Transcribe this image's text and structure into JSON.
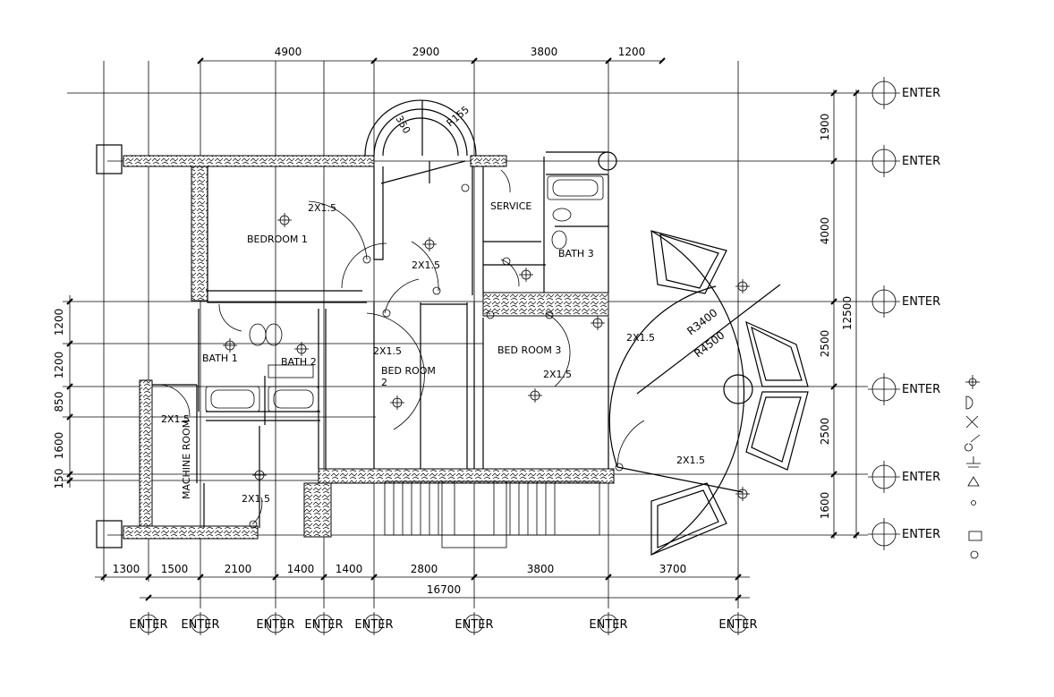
{
  "dimensions": {
    "top": [
      "4900",
      "2900",
      "3800",
      "1200"
    ],
    "bottom": [
      "1300",
      "1500",
      "2100",
      "1400",
      "1400",
      "2800",
      "3800",
      "3700"
    ],
    "bottom_total": "16700",
    "left": [
      "1200",
      "1200",
      "850",
      "1600",
      "150"
    ],
    "right": [
      "1900",
      "4000",
      "2500",
      "2500",
      "1600"
    ],
    "right_total": "12500"
  },
  "axis_label": "ENTER",
  "rooms": {
    "bedroom1": "BEDROOM 1",
    "bedroom2_line1": "BED ROOM",
    "bedroom2_line2": "2",
    "bedroom3": "BED ROOM 3",
    "bath1": "BATH 1",
    "bath2": "BATH 2",
    "bath3": "BATH 3",
    "service": "SERVICE",
    "machine": "MACHINE ROOM"
  },
  "fixture_labels": {
    "f1": "2X1.5",
    "f2": "2X1.5",
    "f3": "2X1.5",
    "f4": "2X1.5",
    "f5": "2X1.5",
    "f6": "2X1.5",
    "f7": "2X1.5",
    "f8": "2X1.5"
  },
  "radius_labels": {
    "r1": "R3400",
    "r2": "R4500",
    "r3": "350",
    "r4": "R155"
  }
}
